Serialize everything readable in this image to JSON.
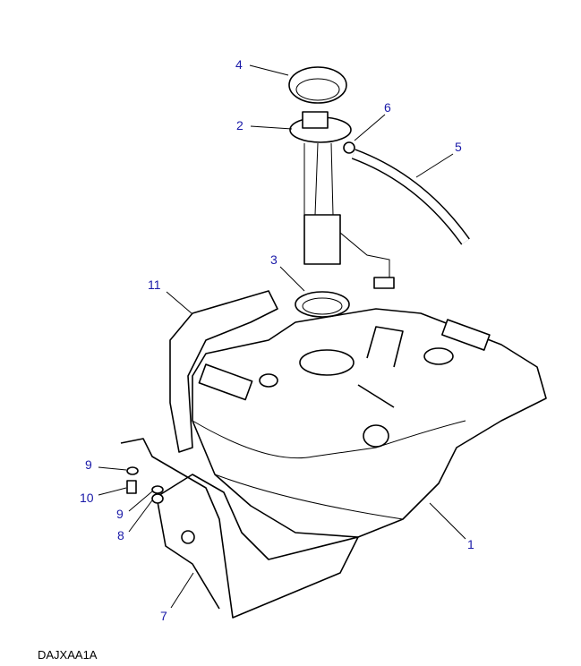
{
  "diagram": {
    "caption": "DAJXAA1A",
    "callouts": [
      {
        "id": "c4",
        "label": "4"
      },
      {
        "id": "c2",
        "label": "2"
      },
      {
        "id": "c6",
        "label": "6"
      },
      {
        "id": "c5",
        "label": "5"
      },
      {
        "id": "c3",
        "label": "3"
      },
      {
        "id": "c11",
        "label": "11"
      },
      {
        "id": "c9a",
        "label": "9"
      },
      {
        "id": "c10",
        "label": "10"
      },
      {
        "id": "c9b",
        "label": "9"
      },
      {
        "id": "c8",
        "label": "8"
      },
      {
        "id": "c1",
        "label": "1"
      },
      {
        "id": "c7",
        "label": "7"
      }
    ],
    "callout_color": "#1a1aa8"
  }
}
